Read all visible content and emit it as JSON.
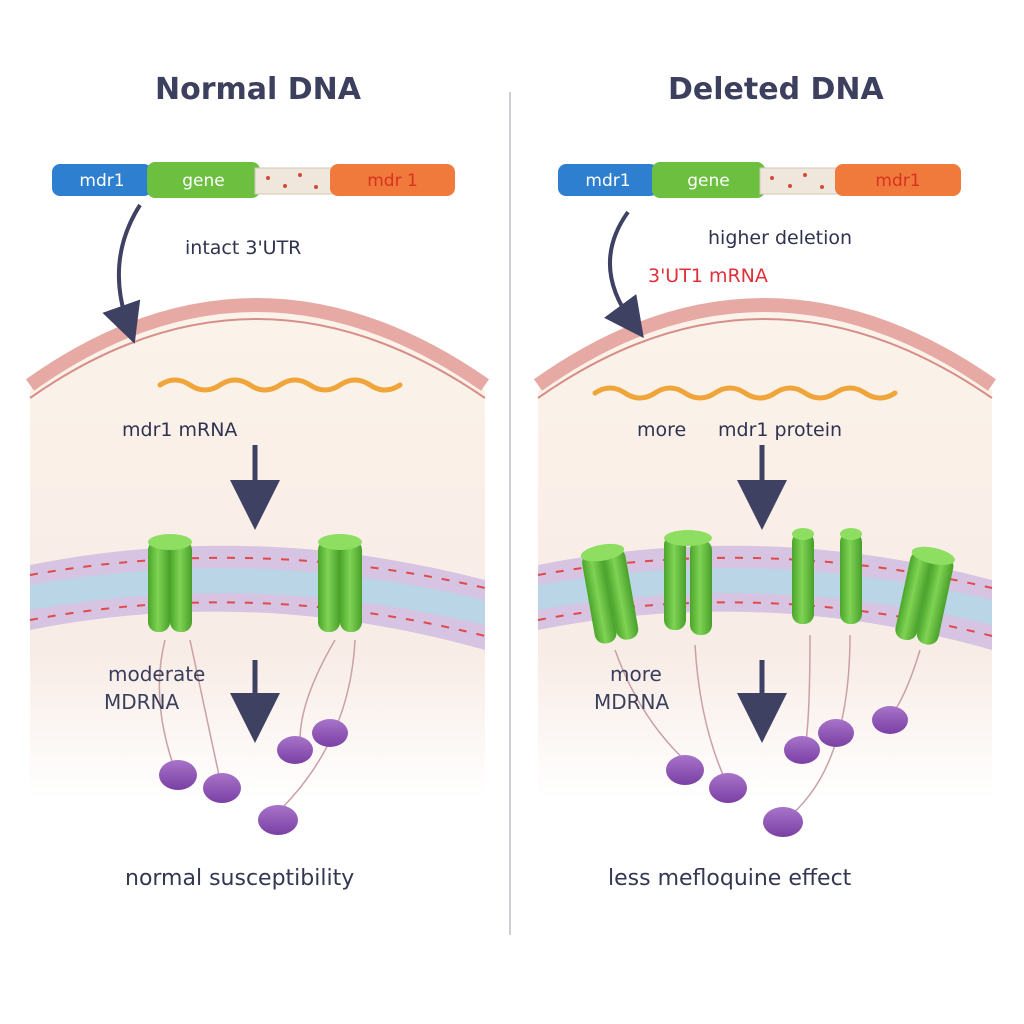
{
  "colors": {
    "gene_blue": "#2f7fd0",
    "gene_green": "#6cbf3f",
    "gene_orange": "#f07a3c",
    "arrow": "#3f4163",
    "mrna": "#f0a53a",
    "protein_green": "#5fc23a",
    "drug_purple": "#8e55b5",
    "membrane_blue": "#b9d5e6",
    "membrane_purple": "#d6c4e2",
    "cell_wall": "#e6a9a4"
  },
  "left": {
    "title": "Normal DNA",
    "gene_segments": [
      "mdr1",
      "gene",
      "mdr 1"
    ],
    "utr_label": "intact 3'UTR",
    "mrna_label": "mdr1 mRNA",
    "effect_line1": "moderate",
    "effect_line2": "MDRNA",
    "footer": "normal susceptibility"
  },
  "right": {
    "title": "Deleted DNA",
    "gene_segments": [
      "mdr1",
      "gene",
      "mdr1"
    ],
    "deletion_label": "higher deletion",
    "utr_label": "3'UT1 mRNA",
    "protein_label_a": "more",
    "protein_label_b": "mdr1 protein",
    "effect_line1": "more",
    "effect_line2": "MDRNA",
    "footer": "less mefloquine effect"
  }
}
